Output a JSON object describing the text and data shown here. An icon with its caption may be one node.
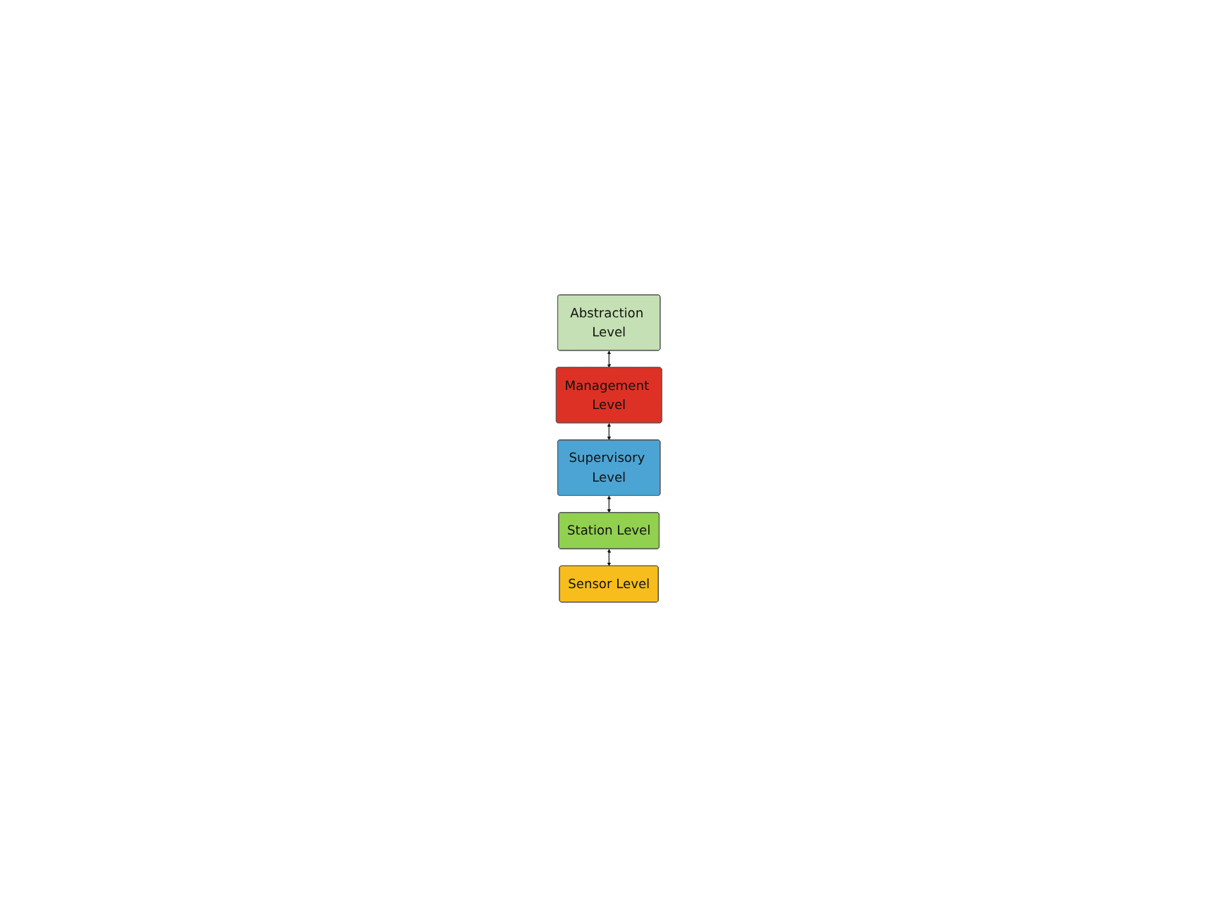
{
  "diagram": {
    "nodes": [
      {
        "text": [
          "Abstraction Level"
        ]
      },
      {
        "text": [
          "Management Level"
        ]
      },
      {
        "text": [
          "Supervisory Level"
        ]
      },
      {
        "text": [
          "Station Level"
        ]
      },
      {
        "text": [
          "Sensor Level"
        ]
      }
    ],
    "edges": [
      {
        "from": 0,
        "to": 1,
        "arrow": "both"
      },
      {
        "from": 1,
        "to": 2,
        "arrow": "both"
      },
      {
        "from": 2,
        "to": 3,
        "arrow": "both"
      },
      {
        "from": 3,
        "to": 4,
        "arrow": "both"
      }
    ]
  }
}
